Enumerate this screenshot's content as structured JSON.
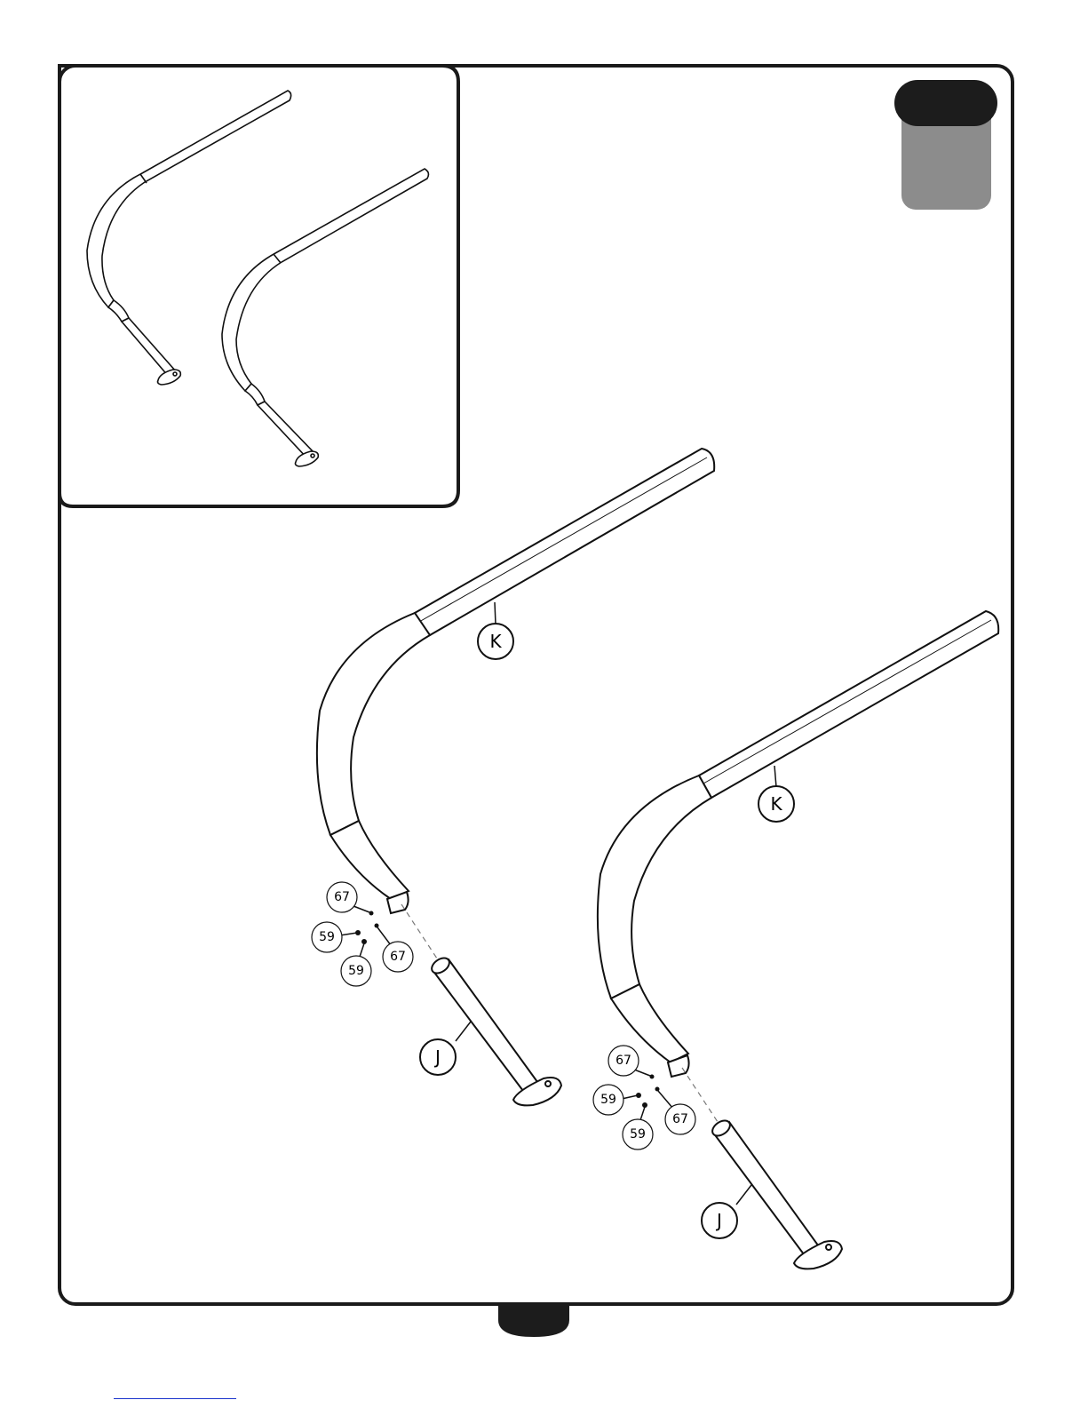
{
  "diagram": {
    "part_labels": {
      "upper_rail": "K",
      "leg": "J",
      "bolt": "59",
      "washer": "67"
    },
    "step_number": "",
    "page_number": ""
  },
  "colors": {
    "frame": "#1a1a1a",
    "tab_dark": "#1c1c1c",
    "tab_gray": "#8c8c8c",
    "link_line": "#1a33cc"
  }
}
